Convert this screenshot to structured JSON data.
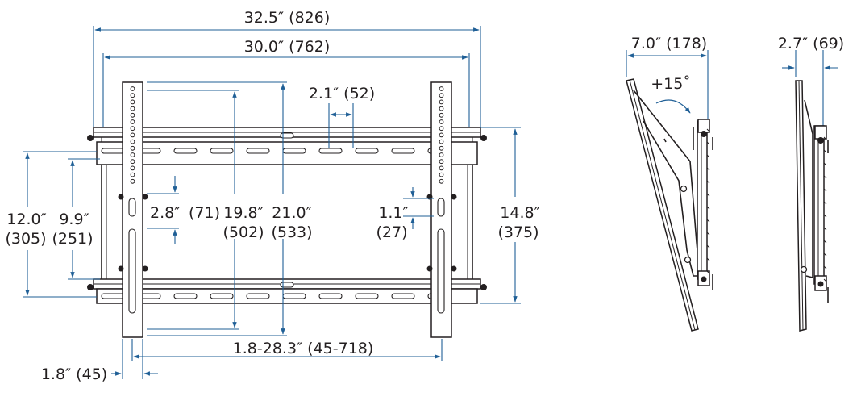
{
  "colors": {
    "dimension_line": "#1f5f96",
    "drawing": "#231f20",
    "background": "#ffffff"
  },
  "front_view": {
    "overall_width": "32.5″ (826)",
    "rail_width": "30.0″ (762)",
    "slot_spacing": "2.1″ (52)",
    "bracket_gap_in": "2.8″",
    "bracket_gap_mm": "(71)",
    "vert_range_in": "19.8″",
    "vert_range_mm": "(502)",
    "bracket_length_in": "21.0″",
    "bracket_length_mm": "(533)",
    "slot_offset_in": "1.1″",
    "slot_offset_mm": "(27)",
    "outer_height_in": "12.0″",
    "outer_height_mm": "(305)",
    "inner_height_in": "9.9″",
    "inner_height_mm": "(251)",
    "frame_height_in": "14.8″",
    "frame_height_mm": "(375)",
    "bracket_spacing": "1.8-28.3″ (45-718)",
    "min_spacing": "1.8″ (45)"
  },
  "side_view_tilted": {
    "depth": "7.0″ (178)",
    "tilt": "+15˚"
  },
  "side_view_flat": {
    "depth": "2.7″ (69)"
  }
}
